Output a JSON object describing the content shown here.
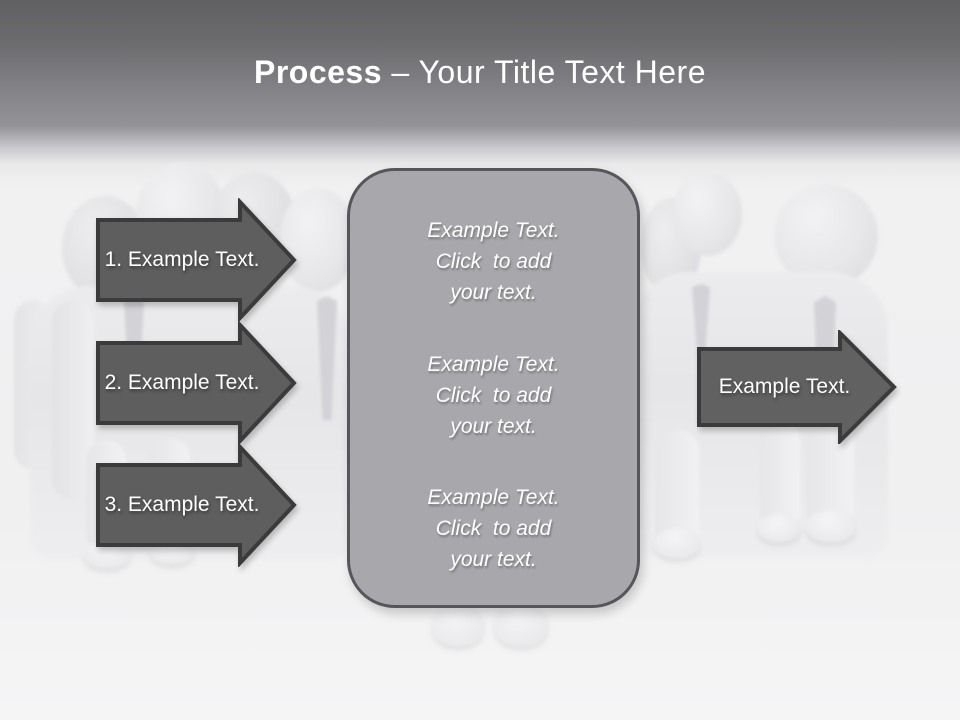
{
  "slide": {
    "title": {
      "bold": "Process",
      "rest": " – Your Title Text Here"
    },
    "left_arrows": [
      {
        "label": "1. Example Text."
      },
      {
        "label": "2. Example Text."
      },
      {
        "label": "3. Example Text."
      }
    ],
    "right_arrow": {
      "label": "Example Text."
    },
    "center_box": {
      "paragraphs": [
        {
          "lines": [
            "Example Text.",
            "Click  to add",
            "your text."
          ]
        },
        {
          "lines": [
            "Example Text.",
            "Click  to add",
            "your text."
          ]
        },
        {
          "lines": [
            "Example Text.",
            "Click  to add",
            "your text."
          ]
        }
      ]
    },
    "colors": {
      "header_top": "#606063",
      "header_mid": "#939398",
      "page_background": "#f1f1f2",
      "arrow_fill": "#5e5e5e",
      "arrow_border": "#3b3b3b",
      "box_fill": "#a8a8ac",
      "box_border": "#55555a",
      "title_text": "#ffffff",
      "figure_tone": "#e8e8ea"
    }
  }
}
